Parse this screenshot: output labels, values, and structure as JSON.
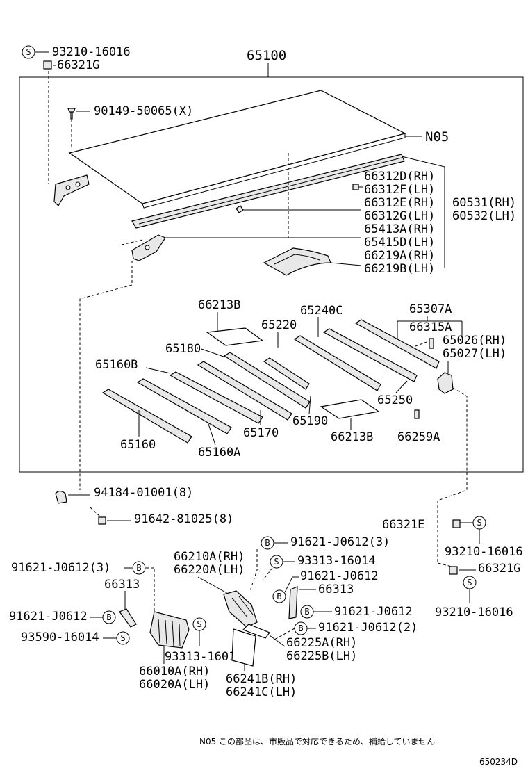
{
  "labels": {
    "l_93210_16016_a": "93210-16016",
    "l_66321G_a": "66321G",
    "l_65100": "65100",
    "l_90149": "90149-50065(X)",
    "l_N05": "N05",
    "l_66312D": "66312D(RH)",
    "l_66312F": "66312F(LH)",
    "l_66312E": "66312E(RH)",
    "l_60531": "60531(RH)",
    "l_66312G": "66312G(LH)",
    "l_60532": "60532(LH)",
    "l_65413A": "65413A(RH)",
    "l_65415D": "65415D(LH)",
    "l_66219A": "66219A(RH)",
    "l_66219B": "66219B(LH)",
    "l_66213B_a": "66213B",
    "l_65240C": "65240C",
    "l_65307A": "65307A",
    "l_65220": "65220",
    "l_66315A": "66315A",
    "l_65026": "65026(RH)",
    "l_65027": "65027(LH)",
    "l_65180": "65180",
    "l_65160B": "65160B",
    "l_65250": "65250",
    "l_65190": "65190",
    "l_66213B_b": "66213B",
    "l_66259A": "66259A",
    "l_65170": "65170",
    "l_65160": "65160",
    "l_65160A": "65160A",
    "l_94184": "94184-01001(8)",
    "l_91642": "91642-81025(8)",
    "l_66321E": "66321E",
    "l_93210_16016_b": "93210-16016",
    "l_66321G_b": "66321G",
    "l_93210_16016_c": "93210-16016",
    "l_91621_J0612_3a": "91621-J0612(3)",
    "l_66210A": "66210A(RH)",
    "l_66220A": "66220A(LH)",
    "l_93313_16014_a": "93313-16014",
    "l_91621_J0612_3b": "91621-J0612(3)",
    "l_91621_J0612_a": "91621-J0612",
    "l_66313_a": "66313",
    "l_66313_b": "66313",
    "l_91621_J0612_b": "91621-J0612",
    "l_91621_J0612_c": "91621-J0612",
    "l_93590": "93590-16014",
    "l_91621_J0612_2": "91621-J0612(2)",
    "l_66225A": "66225A(RH)",
    "l_66225B": "66225B(LH)",
    "l_93313_16014_b": "93313-16014",
    "l_66010A": "66010A(RH)",
    "l_66020A": "66020A(LH)",
    "l_66241B": "66241B(RH)",
    "l_66241C": "66241C(LH)"
  },
  "markers": {
    "s": "S",
    "b": "B"
  },
  "footnote": "N05  この部品は、市販品で対応できるため、補給していません",
  "diagram_code": "650234D"
}
